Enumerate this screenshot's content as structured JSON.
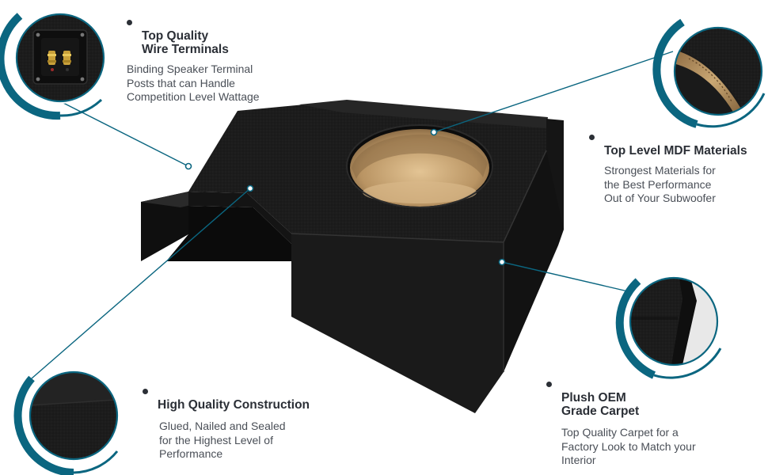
{
  "features": [
    {
      "title": "Top Quality\nWire Terminals",
      "description": "Binding Speaker Terminal\nPosts that can Handle\nCompetition Level Wattage"
    },
    {
      "title": "Top Level MDF Materials",
      "description": "Strongest Materials for\nthe Best Performance\nOut of  Your Subwoofer"
    },
    {
      "title": "Plush OEM\nGrade Carpet",
      "description": "Top Quality Carpet for a\nFactory Look to Match your\nInterior"
    },
    {
      "title": "High Quality Construction",
      "description": "Glued, Nailed and Sealed\nfor the Highest Level of\nPerformance"
    }
  ],
  "colors": {
    "accent": "#0b6680",
    "accent_dark": "#0a4f63",
    "carpet": "#1b1b1b",
    "carpet_side": "#111111",
    "mdf": "#c4a373",
    "text_title": "#2b2f36",
    "text_body": "#4a4f57"
  },
  "icons": {
    "bullet": "bullet-dot-icon",
    "callout": "callout-dot-icon"
  }
}
